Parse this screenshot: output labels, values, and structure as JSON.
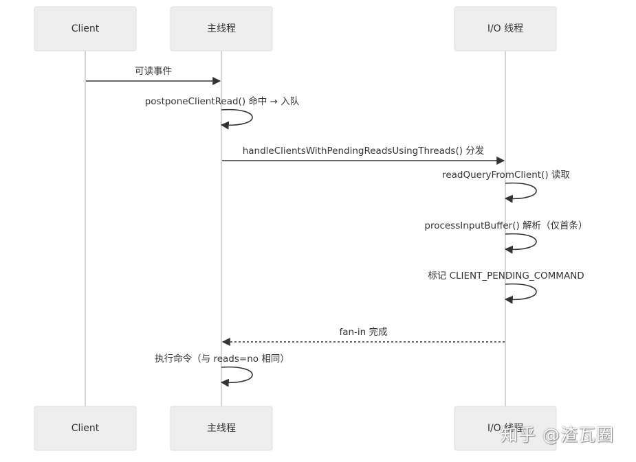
{
  "diagram": {
    "type": "sequence",
    "participants": [
      {
        "id": "client",
        "label": "Client"
      },
      {
        "id": "main",
        "label": "主线程"
      },
      {
        "id": "io",
        "label": "I/O 线程"
      }
    ],
    "messages": [
      {
        "from": "client",
        "to": "main",
        "label": "可读事件",
        "style": "solid"
      },
      {
        "from": "main",
        "to": "main",
        "label": "postponeClientRead() 命中 → 入队",
        "style": "solid"
      },
      {
        "from": "main",
        "to": "io",
        "label": "handleClientsWithPendingReadsUsingThreads() 分发",
        "style": "solid"
      },
      {
        "from": "io",
        "to": "io",
        "label": "readQueryFromClient() 读取",
        "style": "solid"
      },
      {
        "from": "io",
        "to": "io",
        "label": "processInputBuffer() 解析（仅首条）",
        "style": "solid"
      },
      {
        "from": "io",
        "to": "io",
        "label": "标记 CLIENT_PENDING_COMMAND",
        "style": "solid"
      },
      {
        "from": "io",
        "to": "main",
        "label": "fan-in 完成",
        "style": "dashed"
      },
      {
        "from": "main",
        "to": "main",
        "label": "执行命令（与 reads=no 相同）",
        "style": "solid"
      }
    ]
  },
  "watermark": "知乎 @渣瓦圈"
}
